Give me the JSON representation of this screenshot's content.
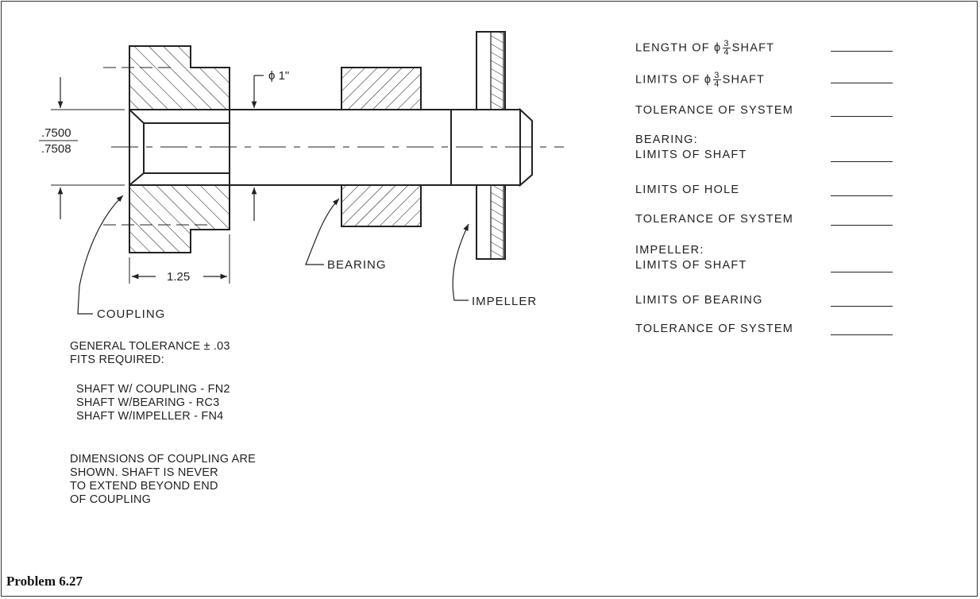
{
  "labels": {
    "phi1": "ϕ 1\"",
    "dim_top": ".7500",
    "dim_bottom": ".7508",
    "len": "1.25",
    "bearing": "BEARING",
    "impeller": "IMPELLER",
    "coupling": "COUPLING"
  },
  "notes": {
    "general": [
      "GENERAL TOLERANCE ± .03",
      "FITS REQUIRED:"
    ],
    "fits": [
      "SHAFT W/ COUPLING - FN2",
      "SHAFT W/BEARING - RC3",
      "SHAFT W/IMPELLER - FN4"
    ],
    "dimensions": [
      "DIMENSIONS OF COUPLING ARE",
      "SHOWN. SHAFT IS NEVER",
      "TO EXTEND BEYOND END",
      "OF COUPLING"
    ]
  },
  "questions": {
    "q1_pre": "LENGTH OF ϕ",
    "q1_post": "SHAFT",
    "q2_pre": "LIMITS OF ϕ",
    "q2_post": "SHAFT",
    "frac_num": "3",
    "frac_den": "4",
    "q3": "TOLERANCE OF SYSTEM",
    "bearing_heading": "BEARING:",
    "q4": "LIMITS OF SHAFT",
    "q5": "LIMITS OF HOLE",
    "q6": "TOLERANCE OF SYSTEM",
    "impeller_heading": "IMPELLER:",
    "q7": "LIMITS OF SHAFT",
    "q8": "LIMITS OF BEARING",
    "q9": "TOLERANCE OF SYSTEM"
  },
  "problem_title": "Problem 6.27"
}
